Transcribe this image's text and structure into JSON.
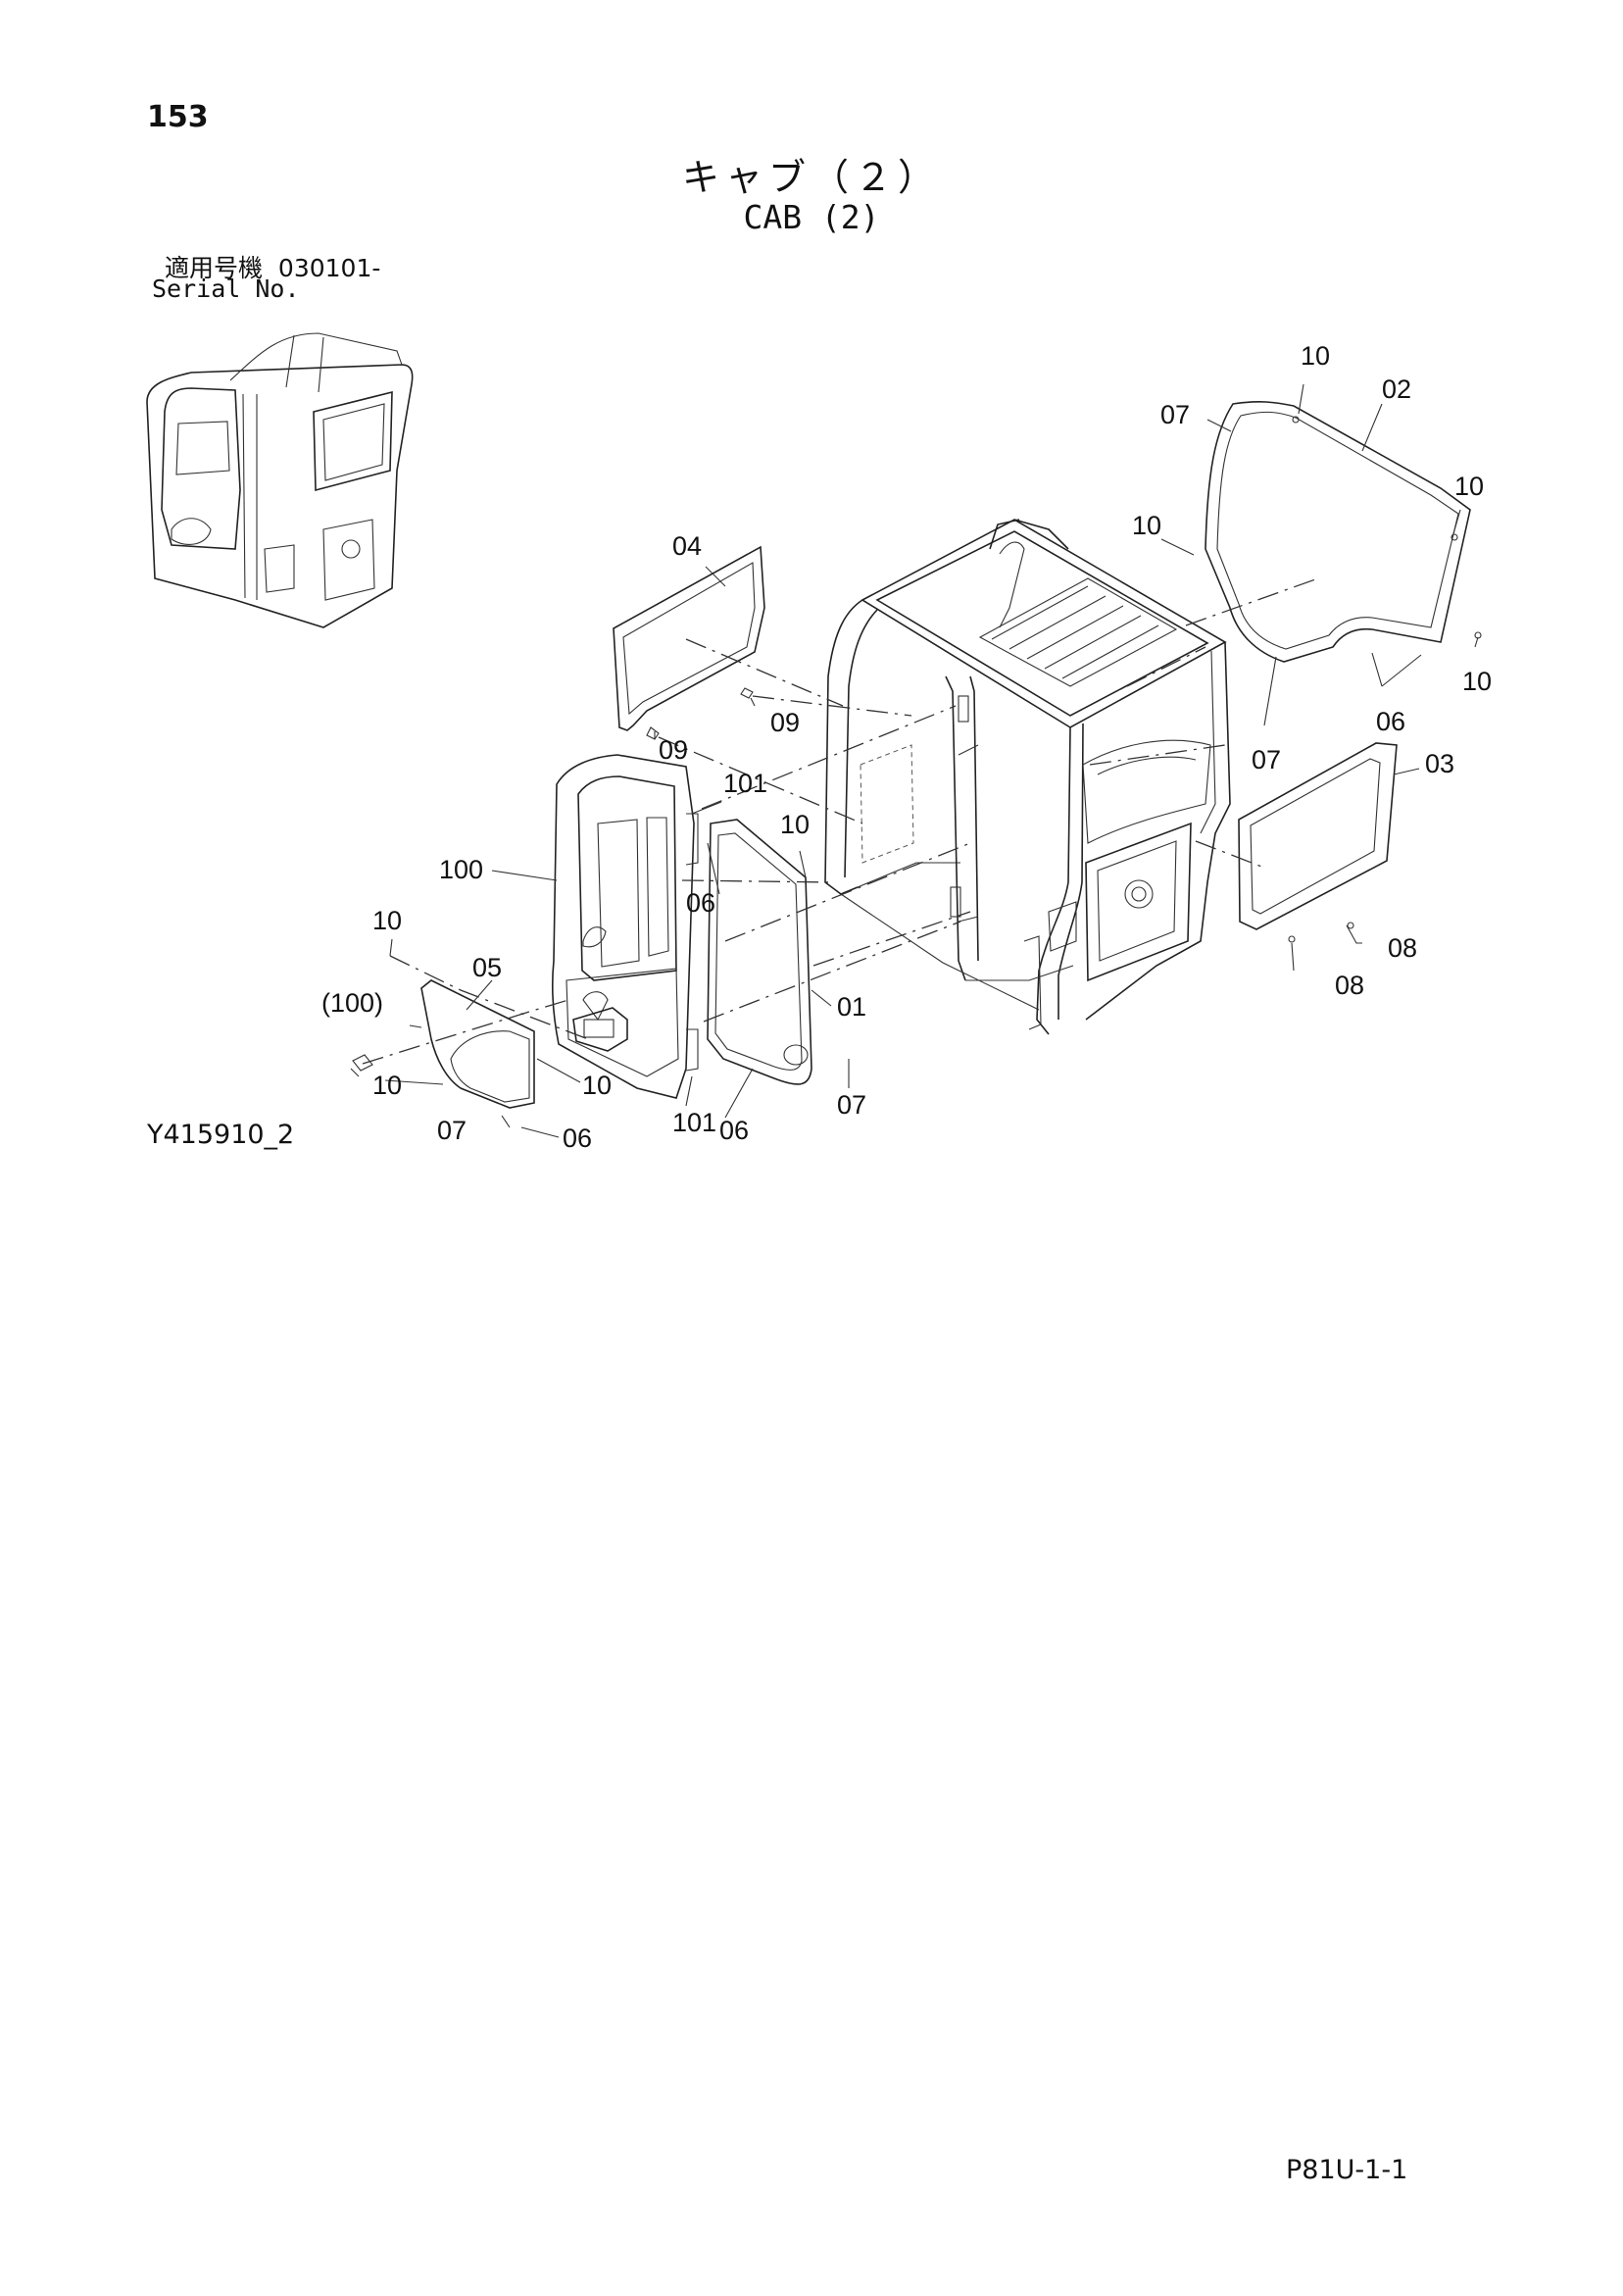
{
  "page": {
    "number": "153",
    "title_ja": "キャブ（２）",
    "title_en": "CAB (2)",
    "serial_label_ja": "適用号機",
    "serial_value": "030101-",
    "serial_label_en": "Serial No.",
    "drawing_code": "Y415910_2",
    "page_code": "P81U-1-1"
  },
  "callouts": {
    "c10a": "10",
    "c02": "02",
    "c07a": "07",
    "c10b": "10",
    "c10c": "10",
    "c10d": "10",
    "c06a": "06",
    "c07b": "07",
    "c03": "03",
    "c04": "04",
    "c09a": "09",
    "c09b": "09",
    "c101a": "101",
    "c10e": "10",
    "c100": "100",
    "c06b": "06",
    "c10f": "10",
    "c05": "05",
    "c100p": "(100)",
    "c01": "01",
    "c08a": "08",
    "c08b": "08",
    "c10g": "10",
    "c10h": "10",
    "c07c": "07",
    "c06c": "06",
    "c101b": "101",
    "c06d": "06",
    "c07d": "07"
  }
}
